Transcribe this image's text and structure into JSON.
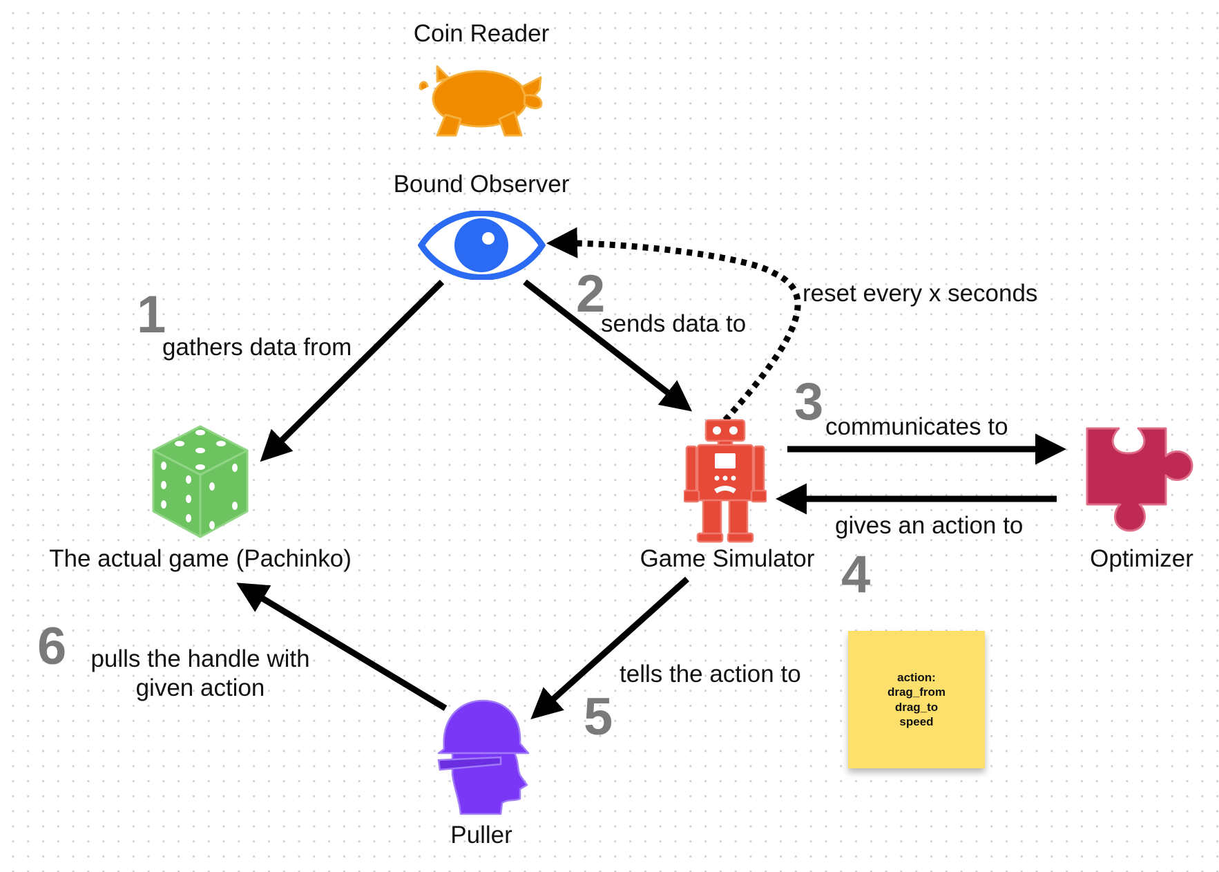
{
  "nodes": {
    "coin_reader": {
      "label": "Coin Reader",
      "color": "#f18c00"
    },
    "bound_observer": {
      "label": "Bound Observer",
      "color": "#2b6af2"
    },
    "actual_game": {
      "label": "The actual game (Pachinko)",
      "color": "#6cc35f"
    },
    "game_simulator": {
      "label": "Game Simulator",
      "color": "#e84a3a"
    },
    "optimizer": {
      "label": "Optimizer",
      "color": "#be2a54"
    },
    "puller": {
      "label": "Puller",
      "color": "#7b37f6"
    }
  },
  "edges": {
    "gathers": {
      "step": "1",
      "label": "gathers data from"
    },
    "sends": {
      "step": "2",
      "label": "sends data to"
    },
    "reset": {
      "label": "reset every x seconds"
    },
    "communicates": {
      "step": "3",
      "label": "communicates to"
    },
    "gives": {
      "step": "4",
      "label": "gives an action to"
    },
    "tells": {
      "step": "5",
      "label": "tells the action to"
    },
    "pulls": {
      "step": "6",
      "label": "pulls the handle with\ngiven action"
    }
  },
  "sticky_note": {
    "text": "action:\ndrag_from\ndrag_to\nspeed",
    "color": "#fddf6c"
  }
}
